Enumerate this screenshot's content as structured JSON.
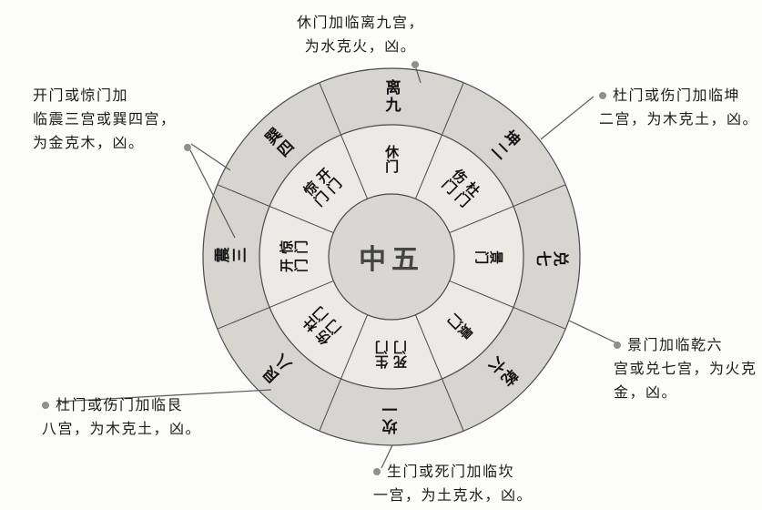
{
  "wheel": {
    "center_label": "中五",
    "palaces": [
      {
        "position": "top",
        "name": "离九"
      },
      {
        "position": "top-right",
        "name": "坤二"
      },
      {
        "position": "right",
        "name": "兑七"
      },
      {
        "position": "bottom-right",
        "name": "乾六"
      },
      {
        "position": "bottom",
        "name": "坎一"
      },
      {
        "position": "bottom-left",
        "name": "艮八"
      },
      {
        "position": "left",
        "name": "震三"
      },
      {
        "position": "top-left",
        "name": "巽四"
      }
    ],
    "gates": [
      {
        "position": "top",
        "label": "休门"
      },
      {
        "position": "top-right",
        "label": "杜门\n伤门"
      },
      {
        "position": "right",
        "label": "景门"
      },
      {
        "position": "bottom-right",
        "label": "景门"
      },
      {
        "position": "bottom",
        "label": "生门\n死门"
      },
      {
        "position": "bottom-left",
        "label": "杜门\n伤门"
      },
      {
        "position": "left",
        "label": "惊门\n开门"
      },
      {
        "position": "top-left",
        "label": "开门\n惊门"
      }
    ]
  },
  "annotations": {
    "top": {
      "lines": [
        "休门加临离九宫，",
        "为水克火，凶。"
      ]
    },
    "top_right": {
      "lines": [
        "杜门或伤门加临坤",
        "二宫，为木克土，凶。"
      ]
    },
    "left": {
      "lines": [
        "开门或惊门加",
        "临震三宫或巽四宫，",
        "为金克木，凶。"
      ]
    },
    "bottom_left": {
      "lines": [
        "杜门或伤门加临艮",
        "八宫，为木克土，凶。"
      ]
    },
    "bottom": {
      "lines": [
        "生门或死门加临坎",
        "一宫，为土克水，凶。"
      ]
    },
    "bottom_right": {
      "lines": [
        "景门加临乾六",
        "宫或兑七宫，为火克",
        "金，凶。"
      ]
    }
  },
  "colors": {
    "outer_ring": "#d7d5d0",
    "gate_ring": "#eceae4",
    "center_circle": "#d9d7d2",
    "line": "#4a4a4a",
    "dot": "#8f8f8f",
    "text": "#1b1b1b"
  }
}
